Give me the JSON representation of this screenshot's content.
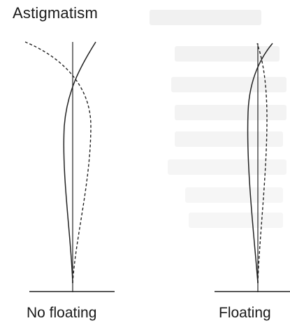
{
  "title": "Astigmatism",
  "panels": [
    {
      "caption": "No floating"
    },
    {
      "caption": "Floating"
    }
  ]
}
